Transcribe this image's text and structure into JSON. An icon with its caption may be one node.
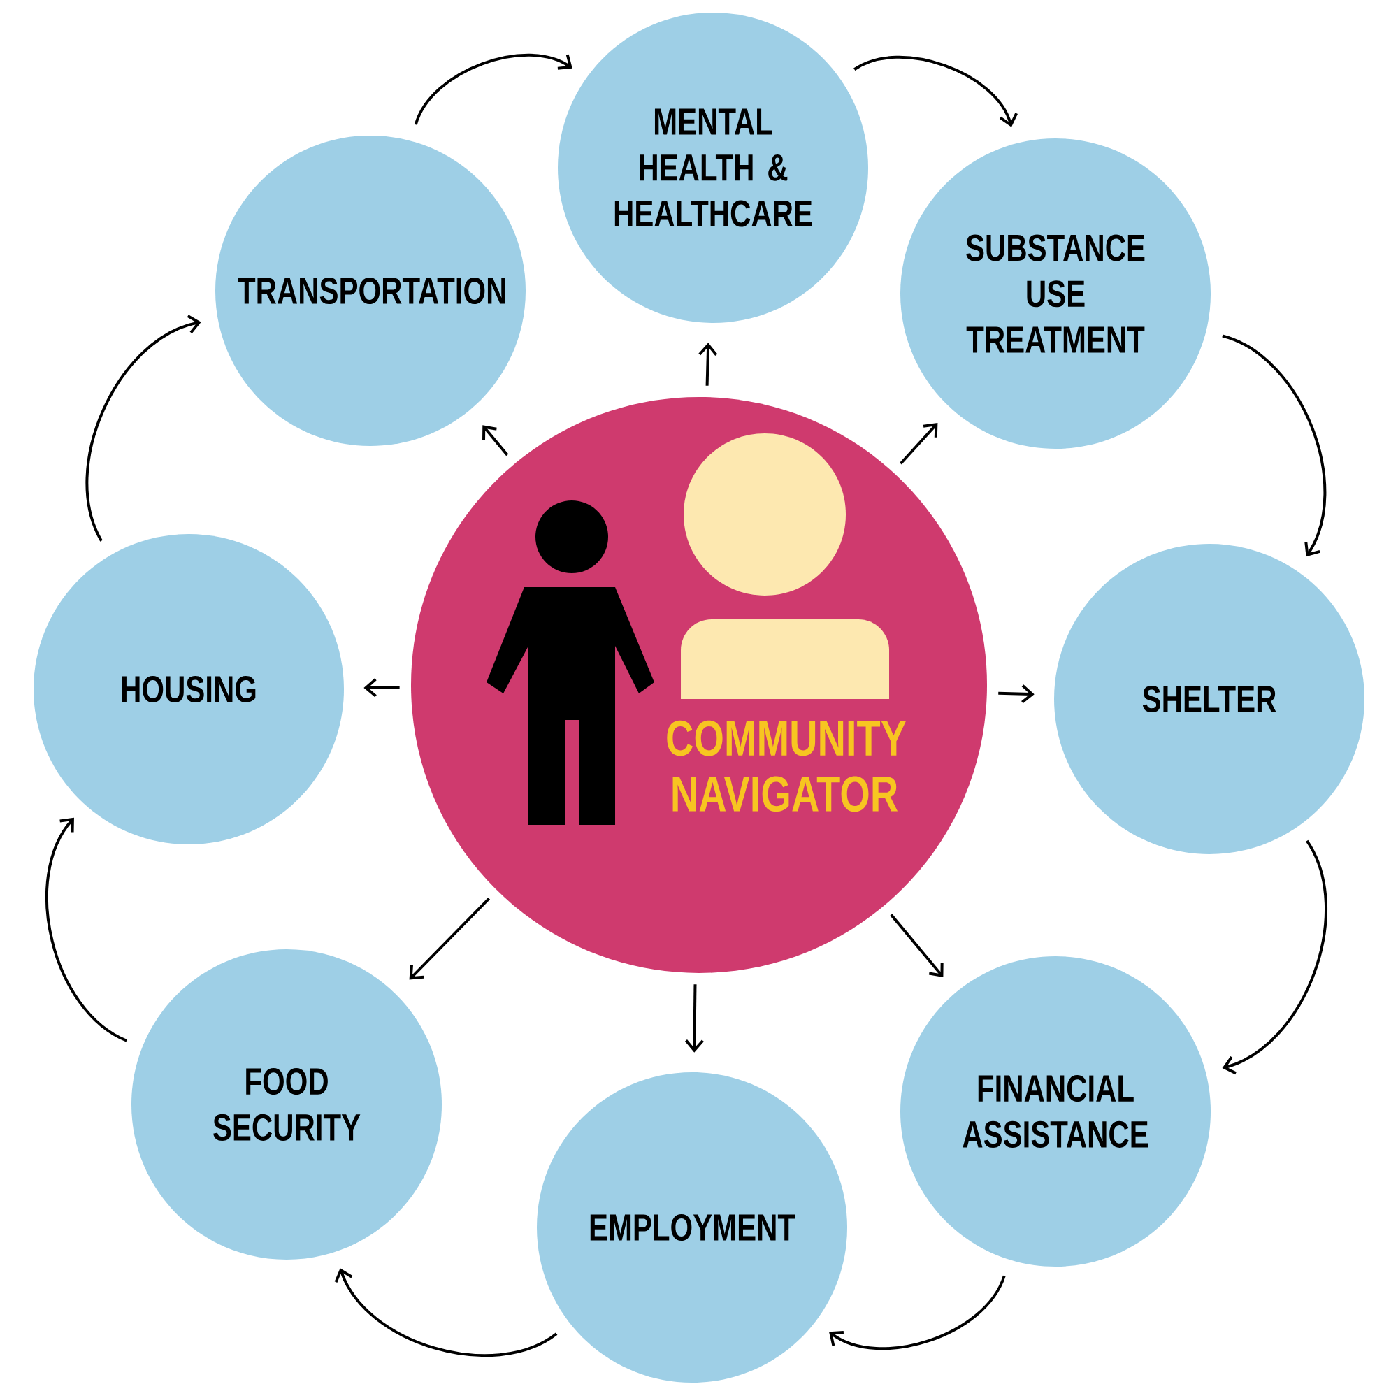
{
  "diagram": {
    "nodes": [
      {
        "text": [
          "COMMUNITY NAVIGATOR"
        ]
      },
      {
        "text": [
          "MENTAL HEALTH & HEALTHCARE"
        ]
      },
      {
        "text": [
          "SUBSTANCE USE TREATMENT"
        ]
      },
      {
        "text": [
          "SHELTER"
        ]
      },
      {
        "text": [
          "FINANCIAL ASSISTANCE"
        ]
      },
      {
        "text": [
          "EMPLOYMENT"
        ]
      },
      {
        "text": [
          "FOOD SECURITY"
        ]
      },
      {
        "text": [
          "HOUSING"
        ]
      },
      {
        "text": [
          "TRANSPORTATION"
        ]
      }
    ],
    "edges": [
      {
        "from": 0,
        "to": 1,
        "arrow": "to"
      },
      {
        "from": 0,
        "to": 2,
        "arrow": "to"
      },
      {
        "from": 0,
        "to": 3,
        "arrow": "to"
      },
      {
        "from": 0,
        "to": 4,
        "arrow": "to"
      },
      {
        "from": 0,
        "to": 5,
        "arrow": "to"
      },
      {
        "from": 0,
        "to": 6,
        "arrow": "to"
      },
      {
        "from": 0,
        "to": 7,
        "arrow": "to"
      },
      {
        "from": 0,
        "to": 8,
        "arrow": "to"
      },
      {
        "from": 8,
        "to": 1,
        "arrow": "to"
      },
      {
        "from": 1,
        "to": 2,
        "arrow": "to"
      },
      {
        "from": 2,
        "to": 3,
        "arrow": "to"
      },
      {
        "from": 3,
        "to": 4,
        "arrow": "to"
      },
      {
        "from": 4,
        "to": 5,
        "arrow": "to"
      },
      {
        "from": 5,
        "to": 6,
        "arrow": "to"
      },
      {
        "from": 6,
        "to": 7,
        "arrow": "to"
      },
      {
        "from": 7,
        "to": 8,
        "arrow": "to"
      }
    ]
  }
}
